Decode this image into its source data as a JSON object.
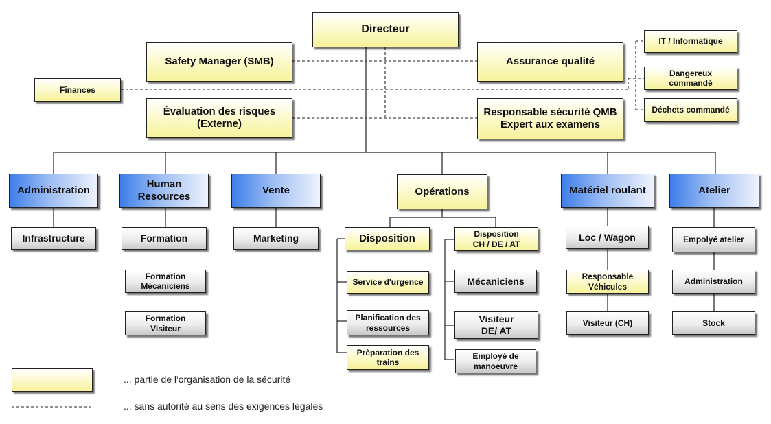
{
  "top": {
    "director": "Directeur",
    "safety_manager": "Safety Manager (SMB)",
    "quality": "Assurance qualité",
    "finances": "Finances",
    "risk_eval": "Évaluation des risques\n(Externe)",
    "qmb": "Responsable sécurité QMB\nExpert aux examens",
    "it": "IT / Informatique",
    "dangerous": "Dangereux\ncommandé",
    "waste": "Déchets commandé"
  },
  "departments": {
    "administration": {
      "title": "Administration",
      "children": [
        "Infrastructure"
      ]
    },
    "hr": {
      "title": "Human\nResources",
      "children": [
        "Formation",
        "Formation\nMécaniciens",
        "Formation\nVisiteur"
      ]
    },
    "vente": {
      "title": "Vente",
      "children": [
        "Marketing"
      ]
    },
    "operations": {
      "title": "Opérations",
      "disposition": {
        "title": "Disposition",
        "children": [
          "Service d'urgence",
          "Planification des\nressources",
          "Prèparation des\ntrains"
        ]
      },
      "disposition2": {
        "title": "Disposition\nCH  /  DE  /  AT",
        "children": [
          "Mécaniciens",
          "Visiteur\nDE/ AT",
          "Employé de\nmanoeuvre"
        ]
      }
    },
    "materiel": {
      "title": "Matériel roulant",
      "children": [
        "Loc / Wagon",
        "Responsable\nVéhicules",
        "Visiteur (CH)"
      ]
    },
    "atelier": {
      "title": "Atelier",
      "children": [
        "Empolyé atelier",
        "Administration",
        "Stock"
      ]
    }
  },
  "legend": {
    "safety_org": "...  partie de l'organisation de la sécurité",
    "no_authority": "...  sans autorité au sens des exigences légales"
  },
  "colors": {
    "safety_yellow": "#f7f29a",
    "department_blue": "#3d7ee9",
    "staff_gray": "#c9c9c9"
  }
}
